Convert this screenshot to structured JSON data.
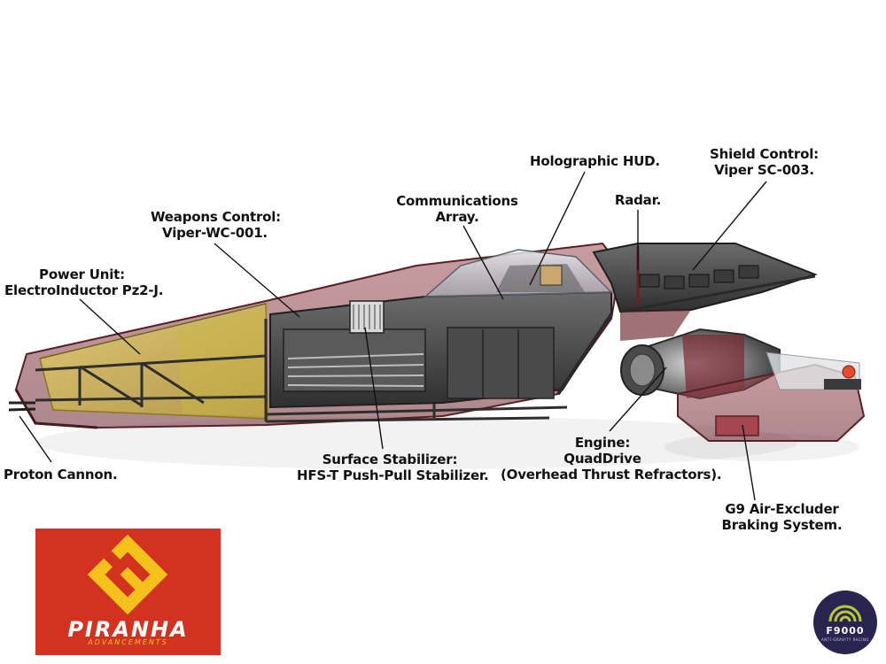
{
  "callouts": {
    "holographic_hud": [
      "Holographic HUD."
    ],
    "shield_control": [
      "Shield Control:",
      "Viper SC-003."
    ],
    "communications": [
      "Communications",
      "Array."
    ],
    "radar": [
      "Radar."
    ],
    "weapons_control": [
      "Weapons Control:",
      "Viper-WC-001."
    ],
    "power_unit": [
      "Power Unit:",
      "ElectroInductor Pz2-J."
    ],
    "proton_cannon": [
      "Proton Cannon."
    ],
    "surface_stabilizer": [
      "Surface Stabilizer:",
      "HFS-T Push-Pull Stabilizer."
    ],
    "engine": [
      "Engine:",
      "QuadDrive",
      "(Overhead Thrust Refractors)."
    ],
    "braking_system": [
      "G9 Air-Excluder",
      "Braking System."
    ]
  },
  "logo": {
    "name": "PIRANHA",
    "subtitle": "ADVANCEMENTS",
    "icon": "piranha-zigzag-logo-icon"
  },
  "badge": {
    "name": "F9000",
    "subtitle": "ANTI-GRAVITY RACING",
    "icon": "f9000-arc-badge-icon"
  },
  "colors": {
    "logo_red": "#d2321f",
    "logo_yellow": "#f4c21a",
    "hull_red": "#7a2a33",
    "canopy_yellow": "#d9c640",
    "frame_dark": "#3a3a3a",
    "badge_purple": "#2a2450",
    "badge_green": "#b8c934"
  }
}
